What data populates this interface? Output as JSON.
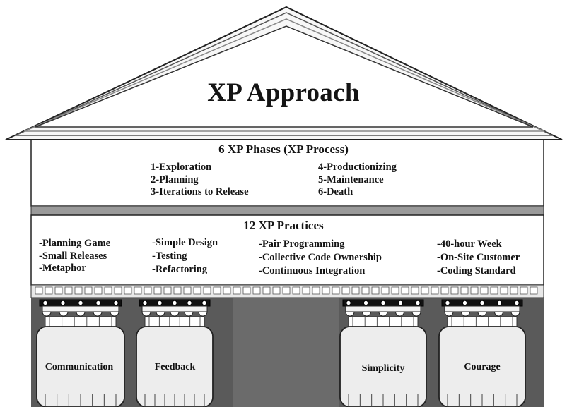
{
  "title": "XP Approach",
  "phases": {
    "heading": "6 XP Phases (XP Process)",
    "col1": [
      "1-Exploration",
      "2-Planning",
      "3-Iterations to Release"
    ],
    "col2": [
      "4-Productionizing",
      "5-Maintenance",
      "6-Death"
    ]
  },
  "practices": {
    "heading": "12 XP Practices",
    "col1": [
      "-Planning Game",
      "-Small Releases",
      "-Metaphor"
    ],
    "col2": [
      "-Simple Design",
      "-Testing",
      "-Refactoring"
    ],
    "col3": [
      "-Pair Programming",
      "-Collective Code Ownership",
      "-Continuous Integration"
    ],
    "col4": [
      "-40-hour Week",
      "-On-Site Customer",
      "-Coding Standard"
    ]
  },
  "pillars": [
    "Communication",
    "Feedback",
    "Simplicity",
    "Courage"
  ]
}
